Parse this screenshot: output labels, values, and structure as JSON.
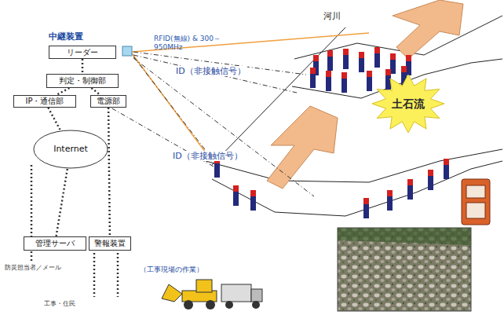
{
  "diagram": {
    "nodes": [
      {
        "text": [
          "リーダー"
        ]
      },
      {
        "text": [
          "判定・制御部"
        ]
      },
      {
        "text": [
          "IP・通信部"
        ]
      },
      {
        "text": [
          "電源部"
        ]
      },
      {
        "text": [
          "Internet"
        ]
      },
      {
        "text": [
          "管理サーバ"
        ]
      },
      {
        "text": [
          "警報装置"
        ]
      },
      {
        "text": [
          "土石流"
        ]
      }
    ],
    "edges": [
      {
        "from": 0,
        "to": 1,
        "arrow": "none"
      },
      {
        "from": 1,
        "to": 2,
        "arrow": "none"
      },
      {
        "from": 1,
        "to": 3,
        "arrow": "none"
      },
      {
        "from": 2,
        "to": 4,
        "arrow": "none"
      },
      {
        "from": 4,
        "to": 5,
        "arrow": "none"
      },
      {
        "from": 3,
        "to": 6,
        "arrow": "none"
      }
    ],
    "labels": [
      "中継装置",
      "RFID(無線) & 300～950MHz",
      "河川",
      "ID（非接触信号）",
      "ID（非接触信号）",
      "防災担当者／メール",
      "工事・住民",
      "（工事現場の作業）"
    ]
  }
}
